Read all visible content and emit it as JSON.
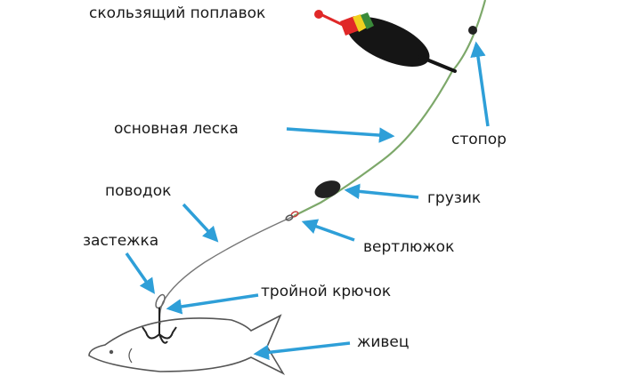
{
  "labels": {
    "float": "скользящий поплавок",
    "main_line": "основная леска",
    "stopper": "стопор",
    "leader": "поводок",
    "sinker": "грузик",
    "clasp": "застежка",
    "swivel": "вертлюжок",
    "treble_hook": "тройной крючок",
    "live_bait": "живец"
  },
  "colors": {
    "arrow": "#2e9fd8",
    "line": "#7da86a",
    "float_body": "#151515",
    "float_stripe_red": "#e02828",
    "float_stripe_yellow": "#f0d020",
    "float_stripe_green": "#3a8a3a",
    "sinker": "#222222",
    "leader": "#777777"
  }
}
